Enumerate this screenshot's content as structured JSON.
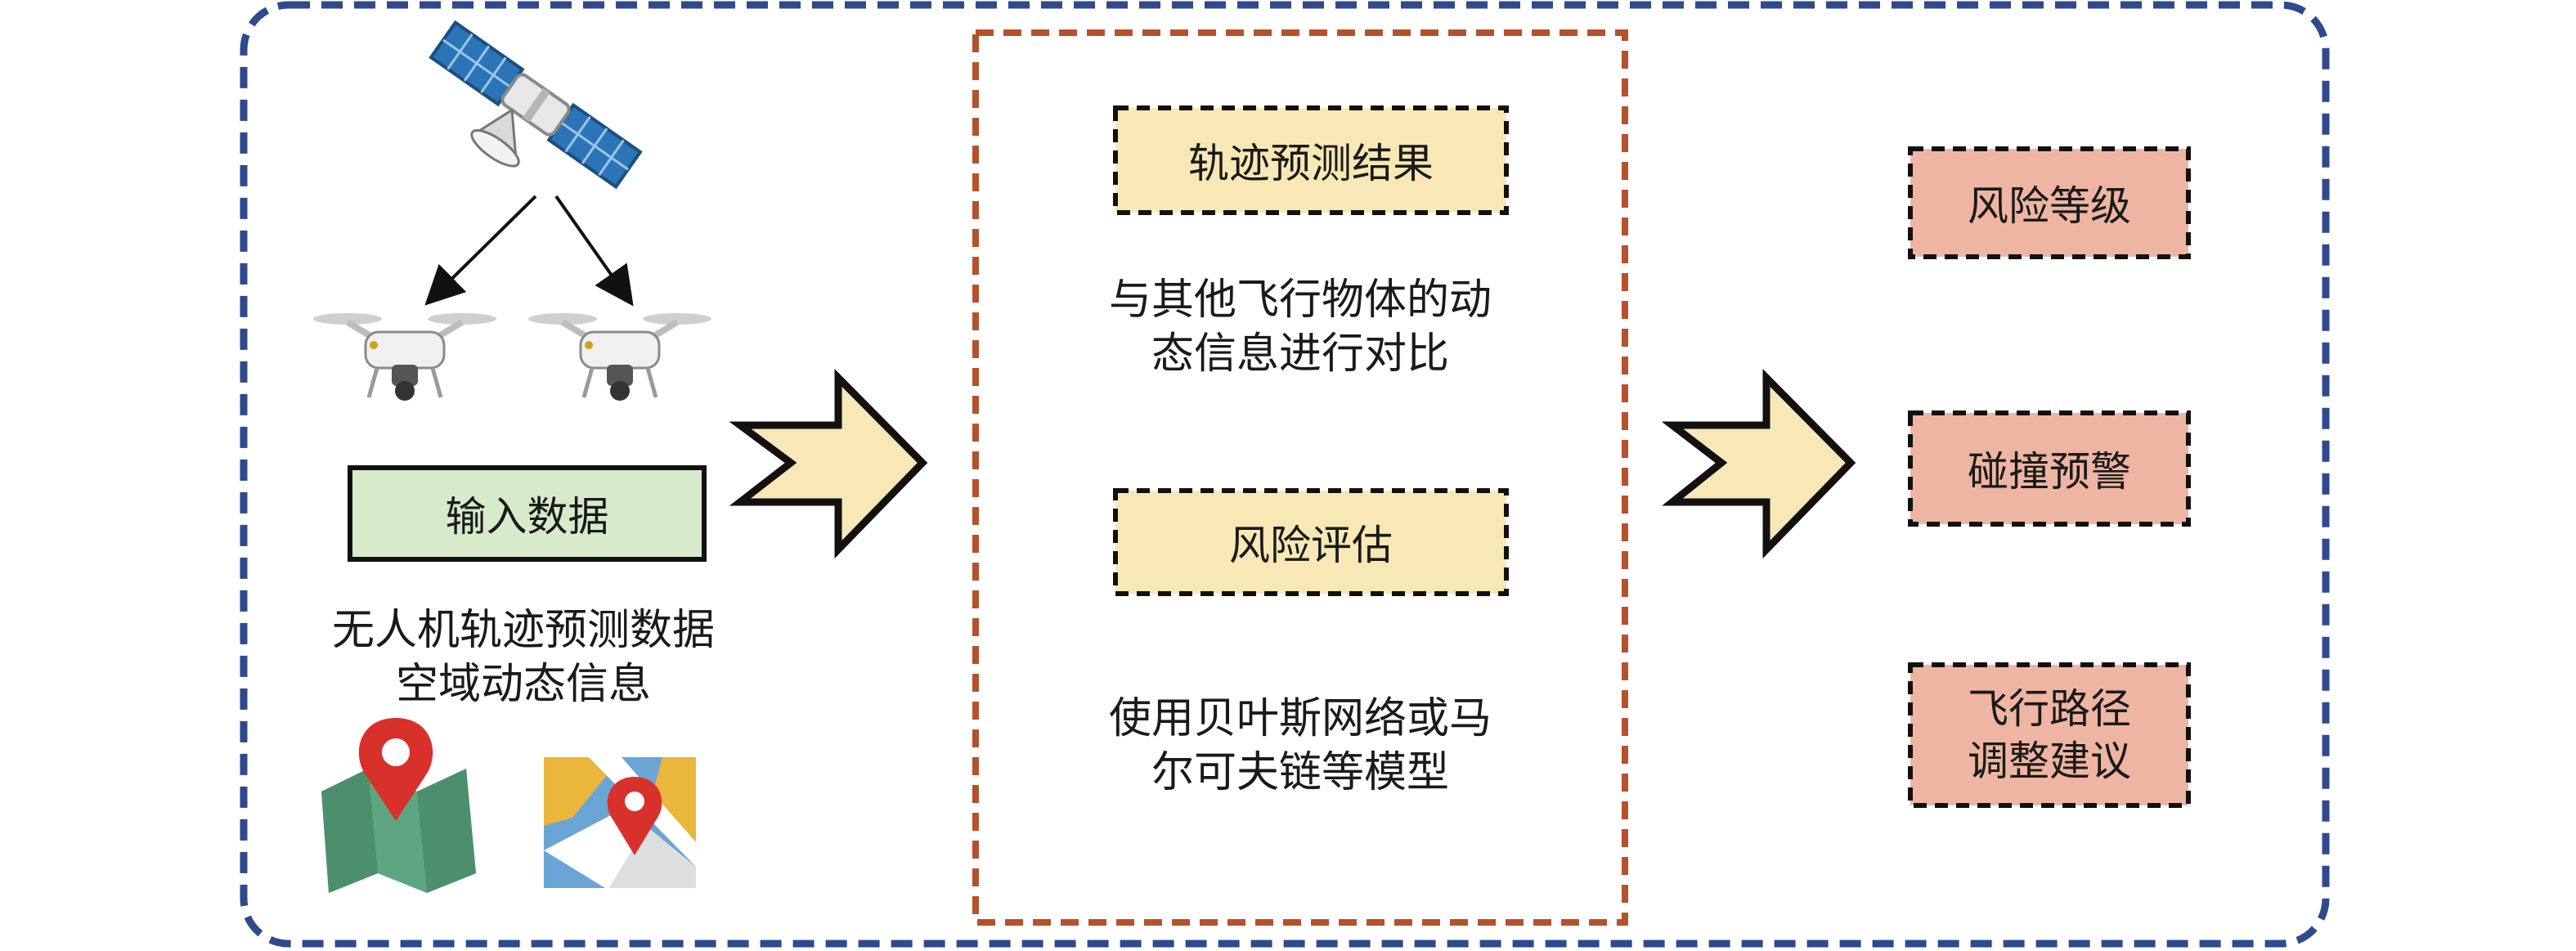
{
  "input_section": {
    "label": "输入数据",
    "description": [
      "无人机轨迹预测数据",
      "空域动态信息"
    ],
    "icons": [
      "satellite-icon",
      "drone-icon",
      "map-pin-icon",
      "map-icon"
    ]
  },
  "process_section": {
    "trajectory_result": "轨迹预测结果",
    "comparison_note": [
      "与其他飞行物体的动",
      "态信息进行对比"
    ],
    "risk_assessment": "风险评估",
    "model_note": [
      "使用贝叶斯网络或马",
      "尔可夫链等模型"
    ]
  },
  "output_section": {
    "risk_level": "风险等级",
    "collision_warning": "碰撞预警",
    "path_advice": [
      "飞行路径",
      "调整建议"
    ]
  },
  "colors": {
    "outer_border": "#2f4a8c",
    "process_border": "#b5522b",
    "input_box_fill": "#d5ebc9",
    "yellow_fill": "#f7e8b5",
    "salmon_fill": "#eeb6a2",
    "arrow_fill": "#f7e8b5"
  }
}
